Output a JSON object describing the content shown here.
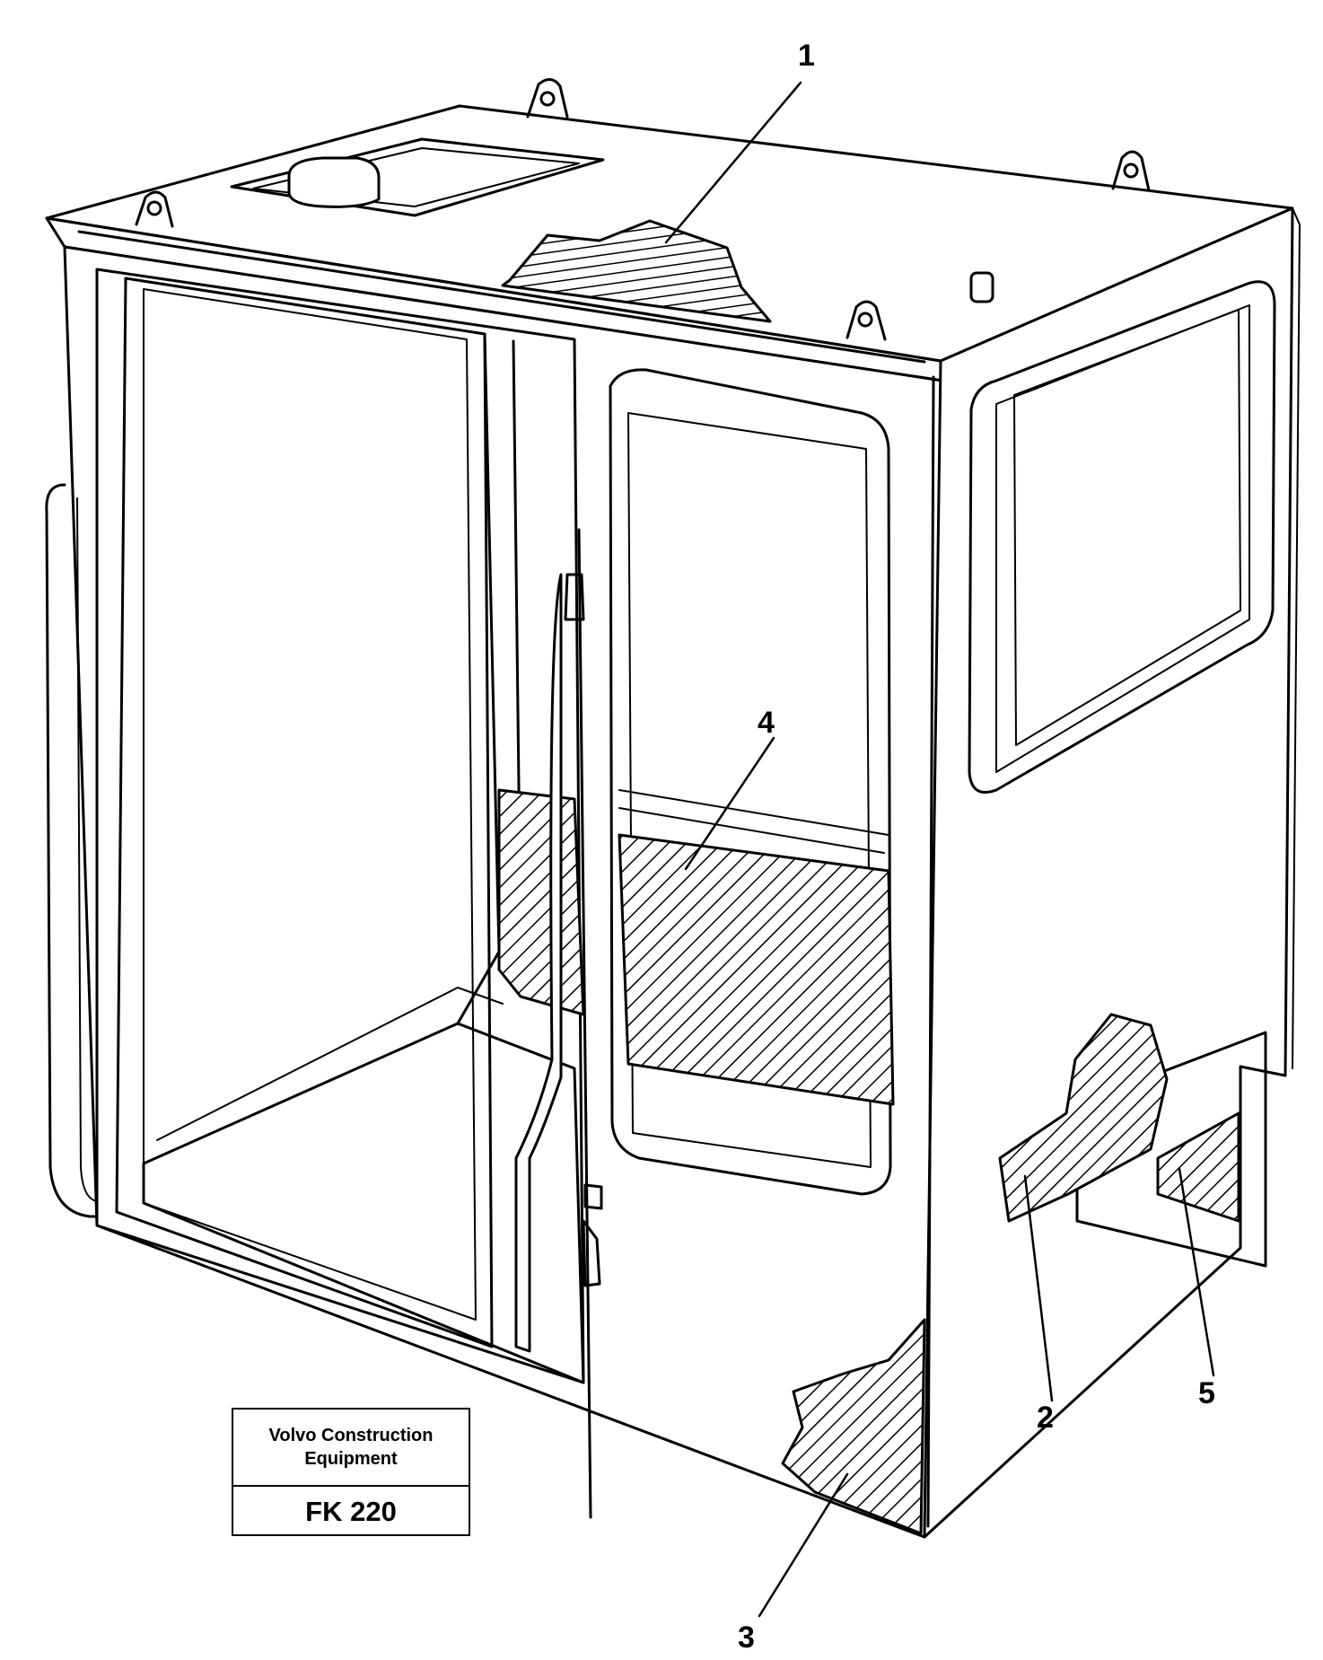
{
  "callouts": {
    "c1": "1",
    "c2": "2",
    "c3": "3",
    "c4": "4",
    "c5": "5"
  },
  "title_block": {
    "company_line1": "Volvo Construction",
    "company_line2": "Equipment",
    "code": "FK 220"
  },
  "colors": {
    "line": "#000000",
    "background": "#ffffff"
  }
}
